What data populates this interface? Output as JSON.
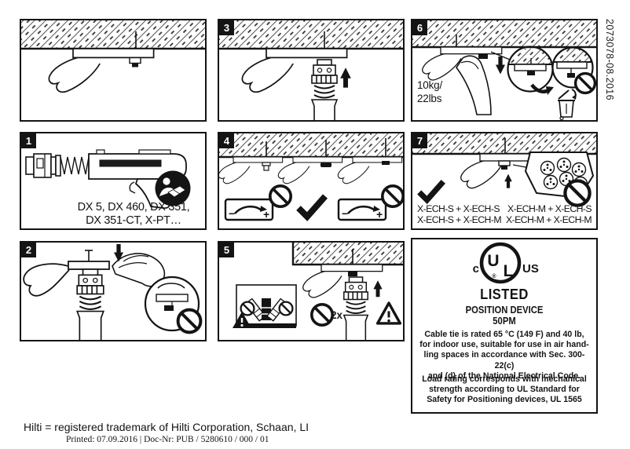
{
  "page": {
    "trademark_note": "Hilti = registered trademark of Hilti Corporation, Schaan, LI",
    "print_note": "Printed: 07.09.2016 | Doc-Nr: PUB / 5280610 / 000 / 01",
    "doc_number_vertical": "2073078-08.2016"
  },
  "panels": {
    "p1": {
      "number": "1",
      "caption_line1": "DX 5, DX 460, DX 351,",
      "caption_line2": "DX 351-CT, X-PT…"
    },
    "p2": {
      "number": "2"
    },
    "p3": {
      "number": "3"
    },
    "p4": {
      "number": "4",
      "gauge_minus": "−",
      "gauge_plus": "+"
    },
    "p5": {
      "number": "5",
      "count_label": "2x"
    },
    "p6": {
      "number": "6",
      "weight_line1": "10kg/",
      "weight_line2": "22lbs"
    },
    "p7": {
      "number": "7",
      "combo_ok_1": "X-ECH-S + X-ECH-S",
      "combo_ok_2": "X-ECH-S + X-ECH-M",
      "combo_no_1": "X-ECH-M + X-ECH-S",
      "combo_no_2": "X-ECH-M + X-ECH-M"
    }
  },
  "ul_box": {
    "c_mark": "c",
    "ul_u": "U",
    "ul_l": "L",
    "registered": "®",
    "us_mark": "US",
    "listed": "LISTED",
    "device_line1": "POSITION DEVICE",
    "device_line2": "50PM",
    "para1_line1": "Cable tie is rated 65 °C (149 F) and 40 lb,",
    "para1_line2": "for indoor use, suitable for use in air hand-",
    "para1_line3": "ling spaces in accordance with Sec. 300-22(c)",
    "para1_line4": "and (d) of the National Electrical Code.",
    "para2_line1": "Load rating corresponds with mechanical",
    "para2_line2": "strength according to UL Standard for",
    "para2_line3": "Safety for Positioning devices, UL 1565"
  },
  "icons": {
    "check_icon": "black angular checkmark",
    "prohibition_icon": "circle with diagonal slash",
    "warning_icon": "triangle with exclamation mark",
    "up_arrow_icon": "solid up arrow",
    "down_arrow_icon": "solid down arrow",
    "read_instructions_icon": "person reading manual in black circle",
    "trash_bin_icon": "wheelie bin with open lid",
    "power_gauge_icon": "−/+ power regulation dial",
    "magnifier_detail": "enlarged detail circle",
    "colors": {
      "ink": "#141414",
      "paper": "#ffffff"
    }
  }
}
